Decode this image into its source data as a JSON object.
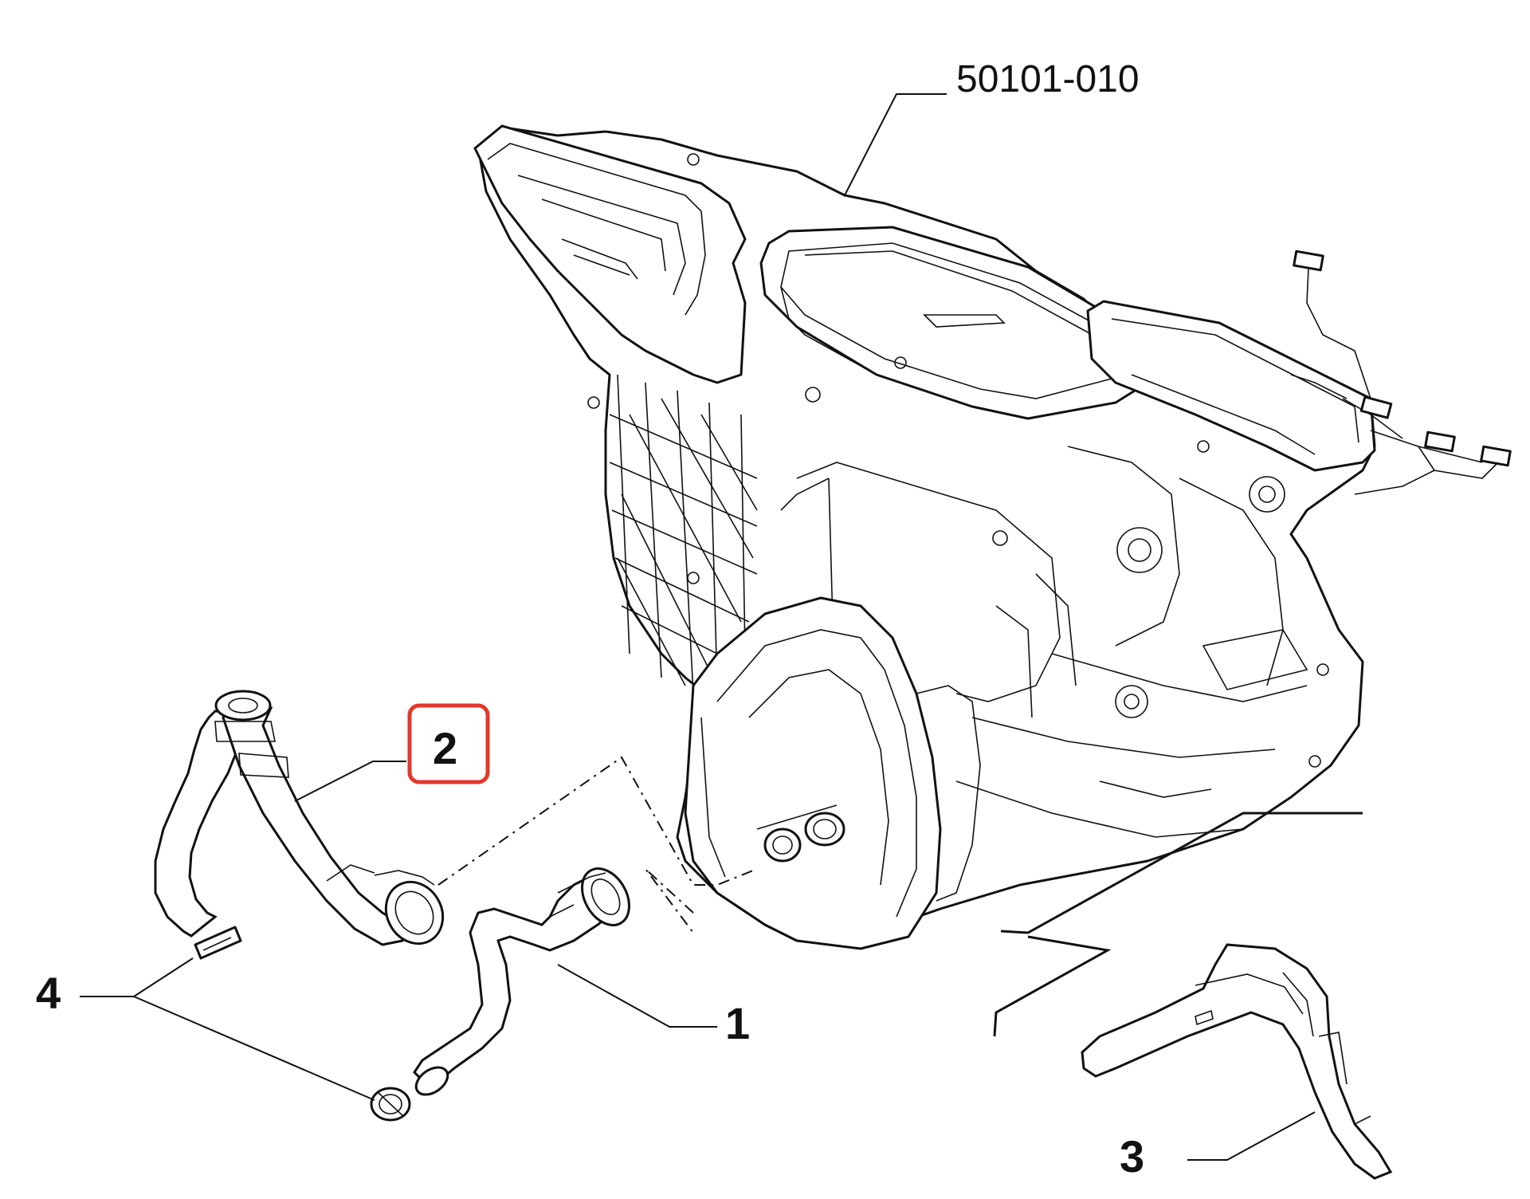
{
  "diagram": {
    "reference_number": "50101-010",
    "callouts": [
      {
        "id": "1",
        "label": "1"
      },
      {
        "id": "2",
        "label": "2",
        "highlighted": true
      },
      {
        "id": "3",
        "label": "3"
      },
      {
        "id": "4",
        "label": "4"
      }
    ],
    "colors": {
      "line": "#111111",
      "highlight": "#e2382a",
      "background": "#ffffff"
    }
  }
}
